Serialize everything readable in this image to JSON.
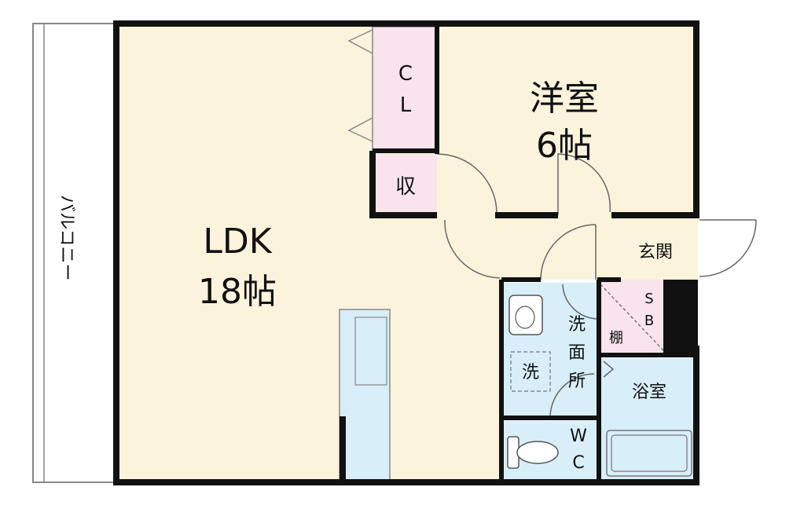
{
  "floorplan": {
    "balcony_label": "バルコニー",
    "ldk_name": "LDK",
    "ldk_size": "18帖",
    "western_room_name": "洋室",
    "western_room_size": "6帖",
    "closet_line1": "C",
    "closet_line2": "L",
    "storage_label": "収",
    "entrance_label": "玄関",
    "shoebox_line1": "S",
    "shoebox_line2": "B",
    "shelf_label": "棚",
    "washroom_line1": "洗",
    "washroom_line2": "面",
    "washroom_line3": "所",
    "washer_label": "洗",
    "bathroom_label": "浴室",
    "toilet_line1": "W",
    "toilet_line2": "C"
  },
  "colors": {
    "wall": "#111111",
    "ldk_floor": "#fbf3dc",
    "closet_floor": "#f9e3ec",
    "wet_area": "#d8eef8",
    "stroke": "#777777"
  }
}
